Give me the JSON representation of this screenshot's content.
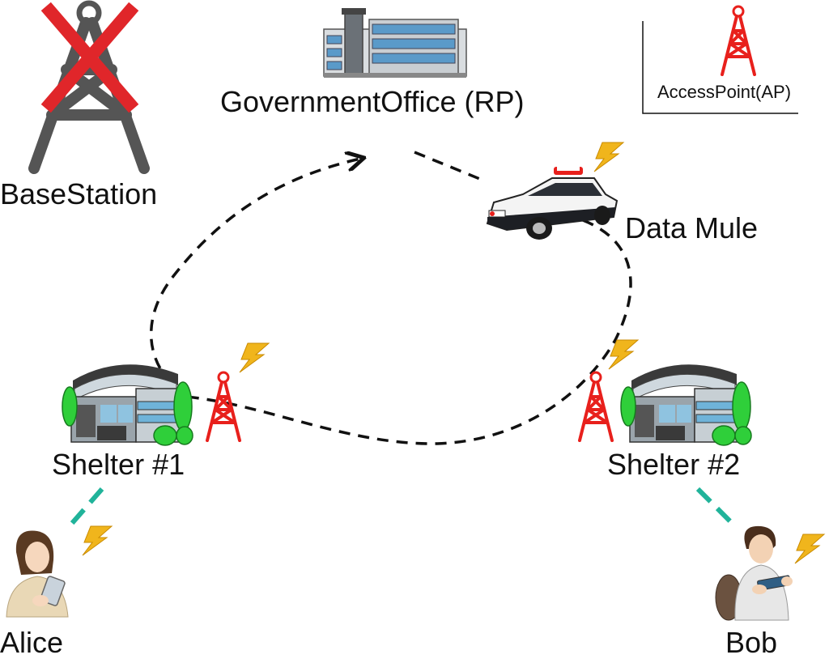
{
  "labels": {
    "base_station": "BaseStation",
    "government_office": "GovernmentOffice (RP)",
    "legend": "AccessPoint(AP)",
    "data_mule": "Data Mule",
    "shelter_1": "Shelter #1",
    "shelter_2": "Shelter #2",
    "alice": "Alice",
    "bob": "Bob"
  },
  "icons": {
    "base_station": "base-station-tower-icon",
    "base_station_status": "cross-mark-icon",
    "government_office": "office-building-icon",
    "access_point": "access-point-tower-icon",
    "data_mule": "police-car-icon",
    "shelter": "shelter-building-icon",
    "wireless": "lightning-bolt-icon",
    "alice": "woman-with-tablet-icon",
    "bob": "man-with-tablet-icon"
  },
  "colors": {
    "access_point": "#e8201c",
    "cross": "#e0262a",
    "base_station": "#555555",
    "route": "#111111",
    "user_link": "#20b39a",
    "bolt": "#f0b51c"
  }
}
